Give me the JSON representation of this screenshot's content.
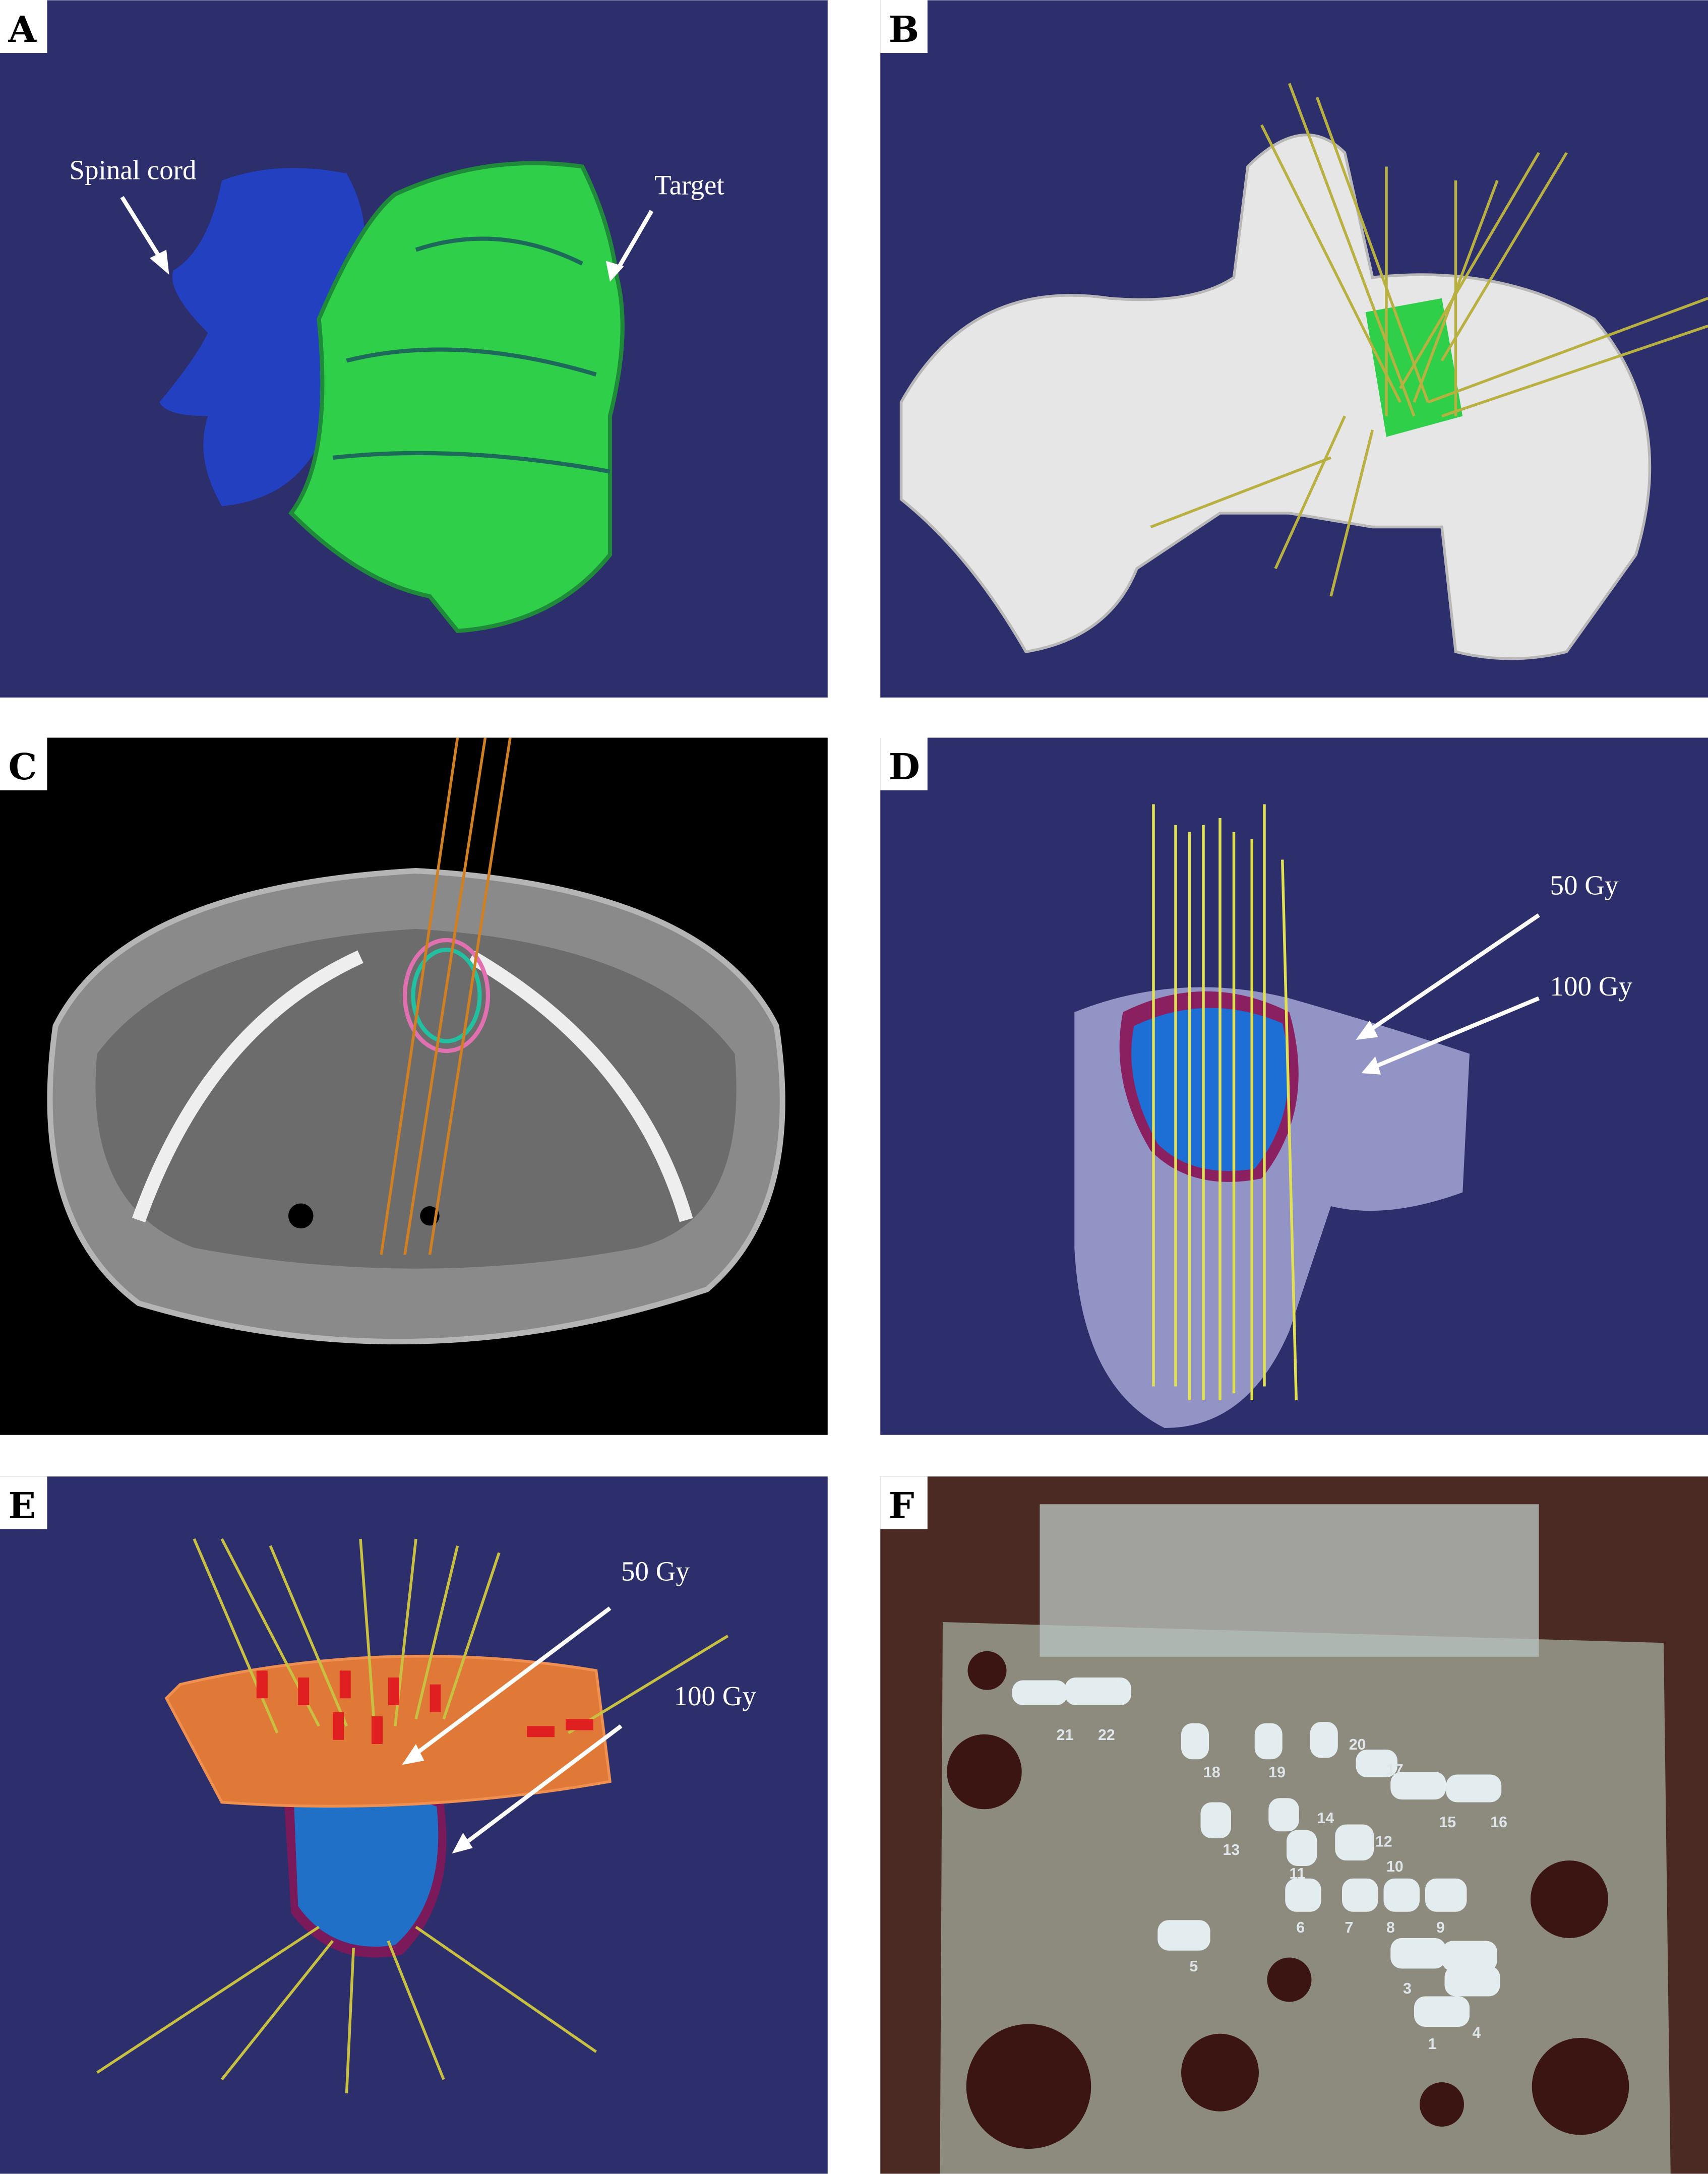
{
  "figure": {
    "panels": [
      {
        "label": "A",
        "annotations": [
          "Spinal cord",
          "Target"
        ]
      },
      {
        "label": "B"
      },
      {
        "label": "C"
      },
      {
        "label": "D",
        "annotations": [
          "50 Gy",
          "100 Gy"
        ]
      },
      {
        "label": "E",
        "annotations": [
          "50 Gy",
          "100 Gy"
        ]
      },
      {
        "label": "F",
        "needle_numbers": [
          "21",
          "22",
          "18",
          "19",
          "20",
          "17",
          "15",
          "16",
          "13",
          "14",
          "12",
          "11",
          "10",
          "6",
          "7",
          "8",
          "9",
          "5",
          "3",
          "4",
          "1"
        ]
      }
    ]
  },
  "colors": {
    "render_background": "#2c2f6b",
    "ct_background": "#000000",
    "target": "#2fcf4a",
    "spinal_cord": "#2240c0",
    "needles": "#c8c040",
    "bone": "#e8e8e8",
    "template": "#e08040"
  }
}
